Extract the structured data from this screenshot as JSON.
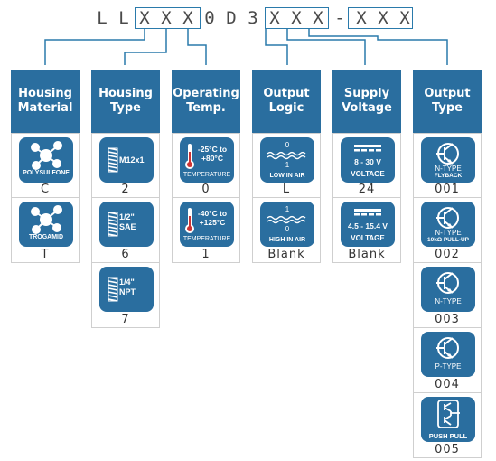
{
  "part_code": {
    "chars": [
      "L",
      "L",
      "X",
      "X",
      "X",
      "0",
      "D",
      "3",
      "X",
      "X",
      "X",
      "-",
      "X",
      "X",
      "X"
    ]
  },
  "columns": [
    {
      "header": [
        "Housing",
        "Material"
      ],
      "options": [
        {
          "icon": "molecule-icon",
          "label": "POLYSULFONE",
          "code": "C"
        },
        {
          "icon": "molecule-icon",
          "label": "TROGAMID",
          "code": "T"
        }
      ]
    },
    {
      "header": [
        "Housing",
        "Type"
      ],
      "options": [
        {
          "icon": "thread-icon",
          "label": "M12x1",
          "code": "2"
        },
        {
          "icon": "thread-icon",
          "label": [
            "1/2\"",
            "SAE"
          ],
          "code": "6"
        },
        {
          "icon": "thread-icon",
          "label": [
            "1/4\"",
            "NPT"
          ],
          "code": "7"
        }
      ]
    },
    {
      "header": [
        "Operating",
        "Temp."
      ],
      "options": [
        {
          "icon": "thermometer-icon",
          "label": [
            "-25°C to",
            "+80°C"
          ],
          "sub": "TEMPERATURE",
          "code": "0"
        },
        {
          "icon": "thermometer-icon",
          "label": [
            "-40°C to",
            "+125°C"
          ],
          "sub": "TEMPERATURE",
          "code": "1"
        }
      ]
    },
    {
      "header": [
        "Output",
        "Logic"
      ],
      "options": [
        {
          "icon": "logic-low-icon",
          "top": "0",
          "bottom": "1",
          "label": "LOW IN AIR",
          "code": "L"
        },
        {
          "icon": "logic-high-icon",
          "top": "1",
          "bottom": "0",
          "label": "HIGH IN AIR",
          "code": "Blank"
        }
      ]
    },
    {
      "header": [
        "Supply",
        "Voltage"
      ],
      "options": [
        {
          "icon": "dc-voltage-icon",
          "label": "8 - 30 V",
          "sub": "VOLTAGE",
          "code": "24"
        },
        {
          "icon": "dc-voltage-icon",
          "label": "4.5 - 15.4 V",
          "sub": "VOLTAGE",
          "code": "Blank"
        }
      ]
    },
    {
      "header": [
        "Output",
        "Type"
      ],
      "options": [
        {
          "icon": "transistor-icon",
          "label": [
            "N-TYPE",
            "FLYBACK"
          ],
          "code": "001"
        },
        {
          "icon": "transistor-icon",
          "label": [
            "N-TYPE",
            "10kΩ PULL-UP"
          ],
          "code": "002"
        },
        {
          "icon": "transistor-icon",
          "label": [
            "N-TYPE"
          ],
          "code": "003"
        },
        {
          "icon": "transistor-icon",
          "label": [
            "P-TYPE"
          ],
          "code": "004"
        },
        {
          "icon": "push-pull-icon",
          "label": [
            "PUSH PULL"
          ],
          "code": "005"
        }
      ]
    }
  ],
  "colors": {
    "accent": "#2a6e9f",
    "box_border": "#2a7aab",
    "line": "#2a7aab"
  }
}
